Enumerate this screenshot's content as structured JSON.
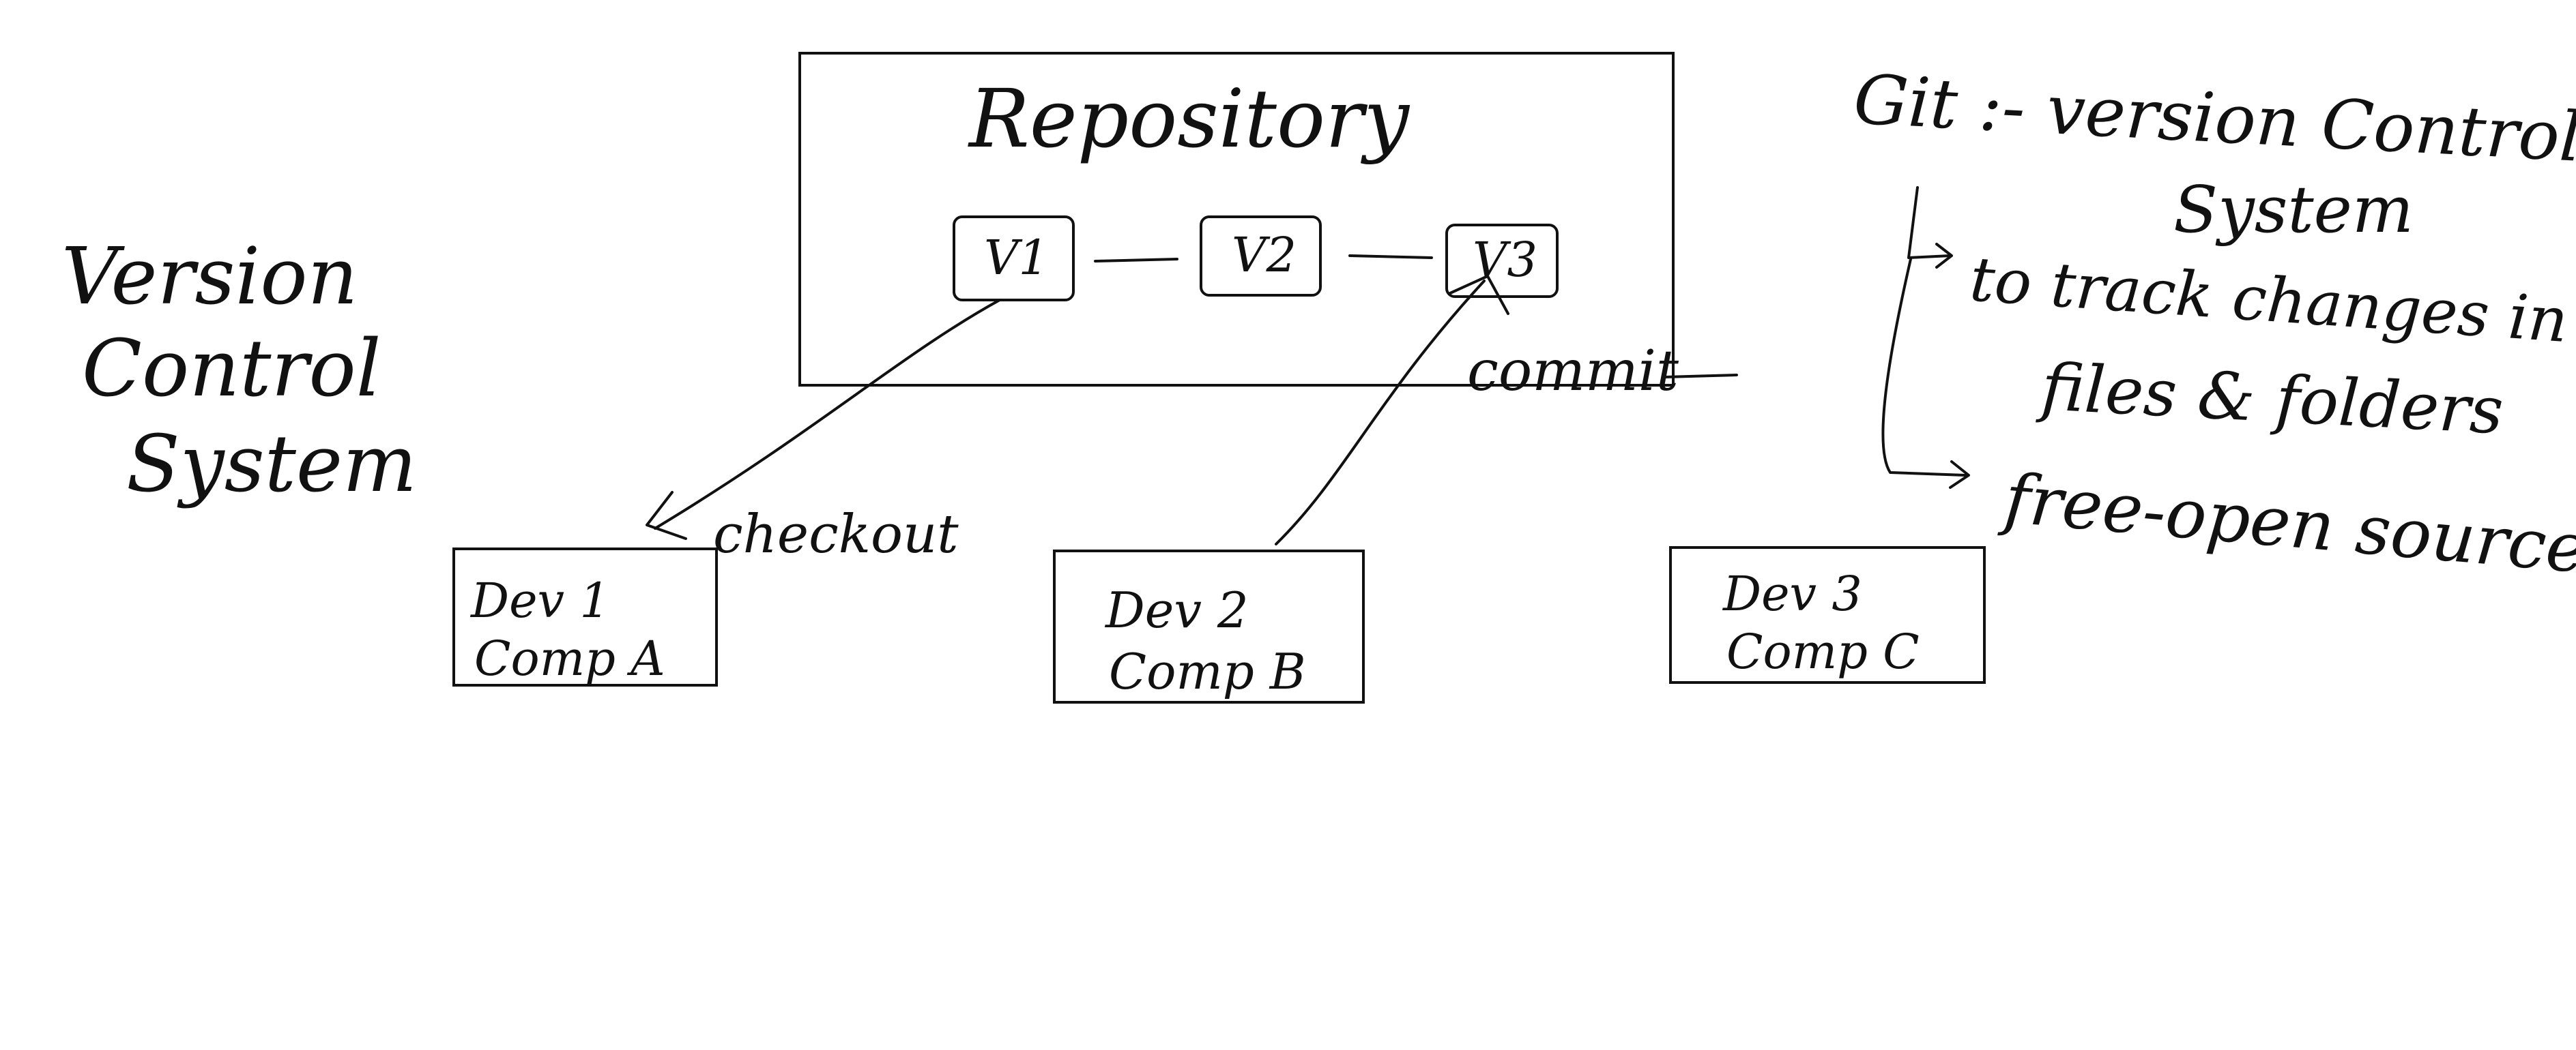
{
  "left_title": {
    "line1": "Version",
    "line2": "Control",
    "line3": "System"
  },
  "repository": {
    "title": "Repository",
    "versions": [
      "V1",
      "V2",
      "V3"
    ]
  },
  "labels": {
    "checkout": "checkout",
    "commit": "commit"
  },
  "devs": [
    {
      "line1": "Dev 1",
      "line2": "Comp A"
    },
    {
      "line1": "Dev 2",
      "line2": "Comp B"
    },
    {
      "line1": "Dev 3",
      "line2": "Comp C"
    }
  ],
  "git_notes": {
    "title": "Git :- version Control",
    "title_line2": "System",
    "bullet1_line1": "to track changes in",
    "bullet1_line2": "files & folders",
    "bullet2": "free-open source"
  }
}
